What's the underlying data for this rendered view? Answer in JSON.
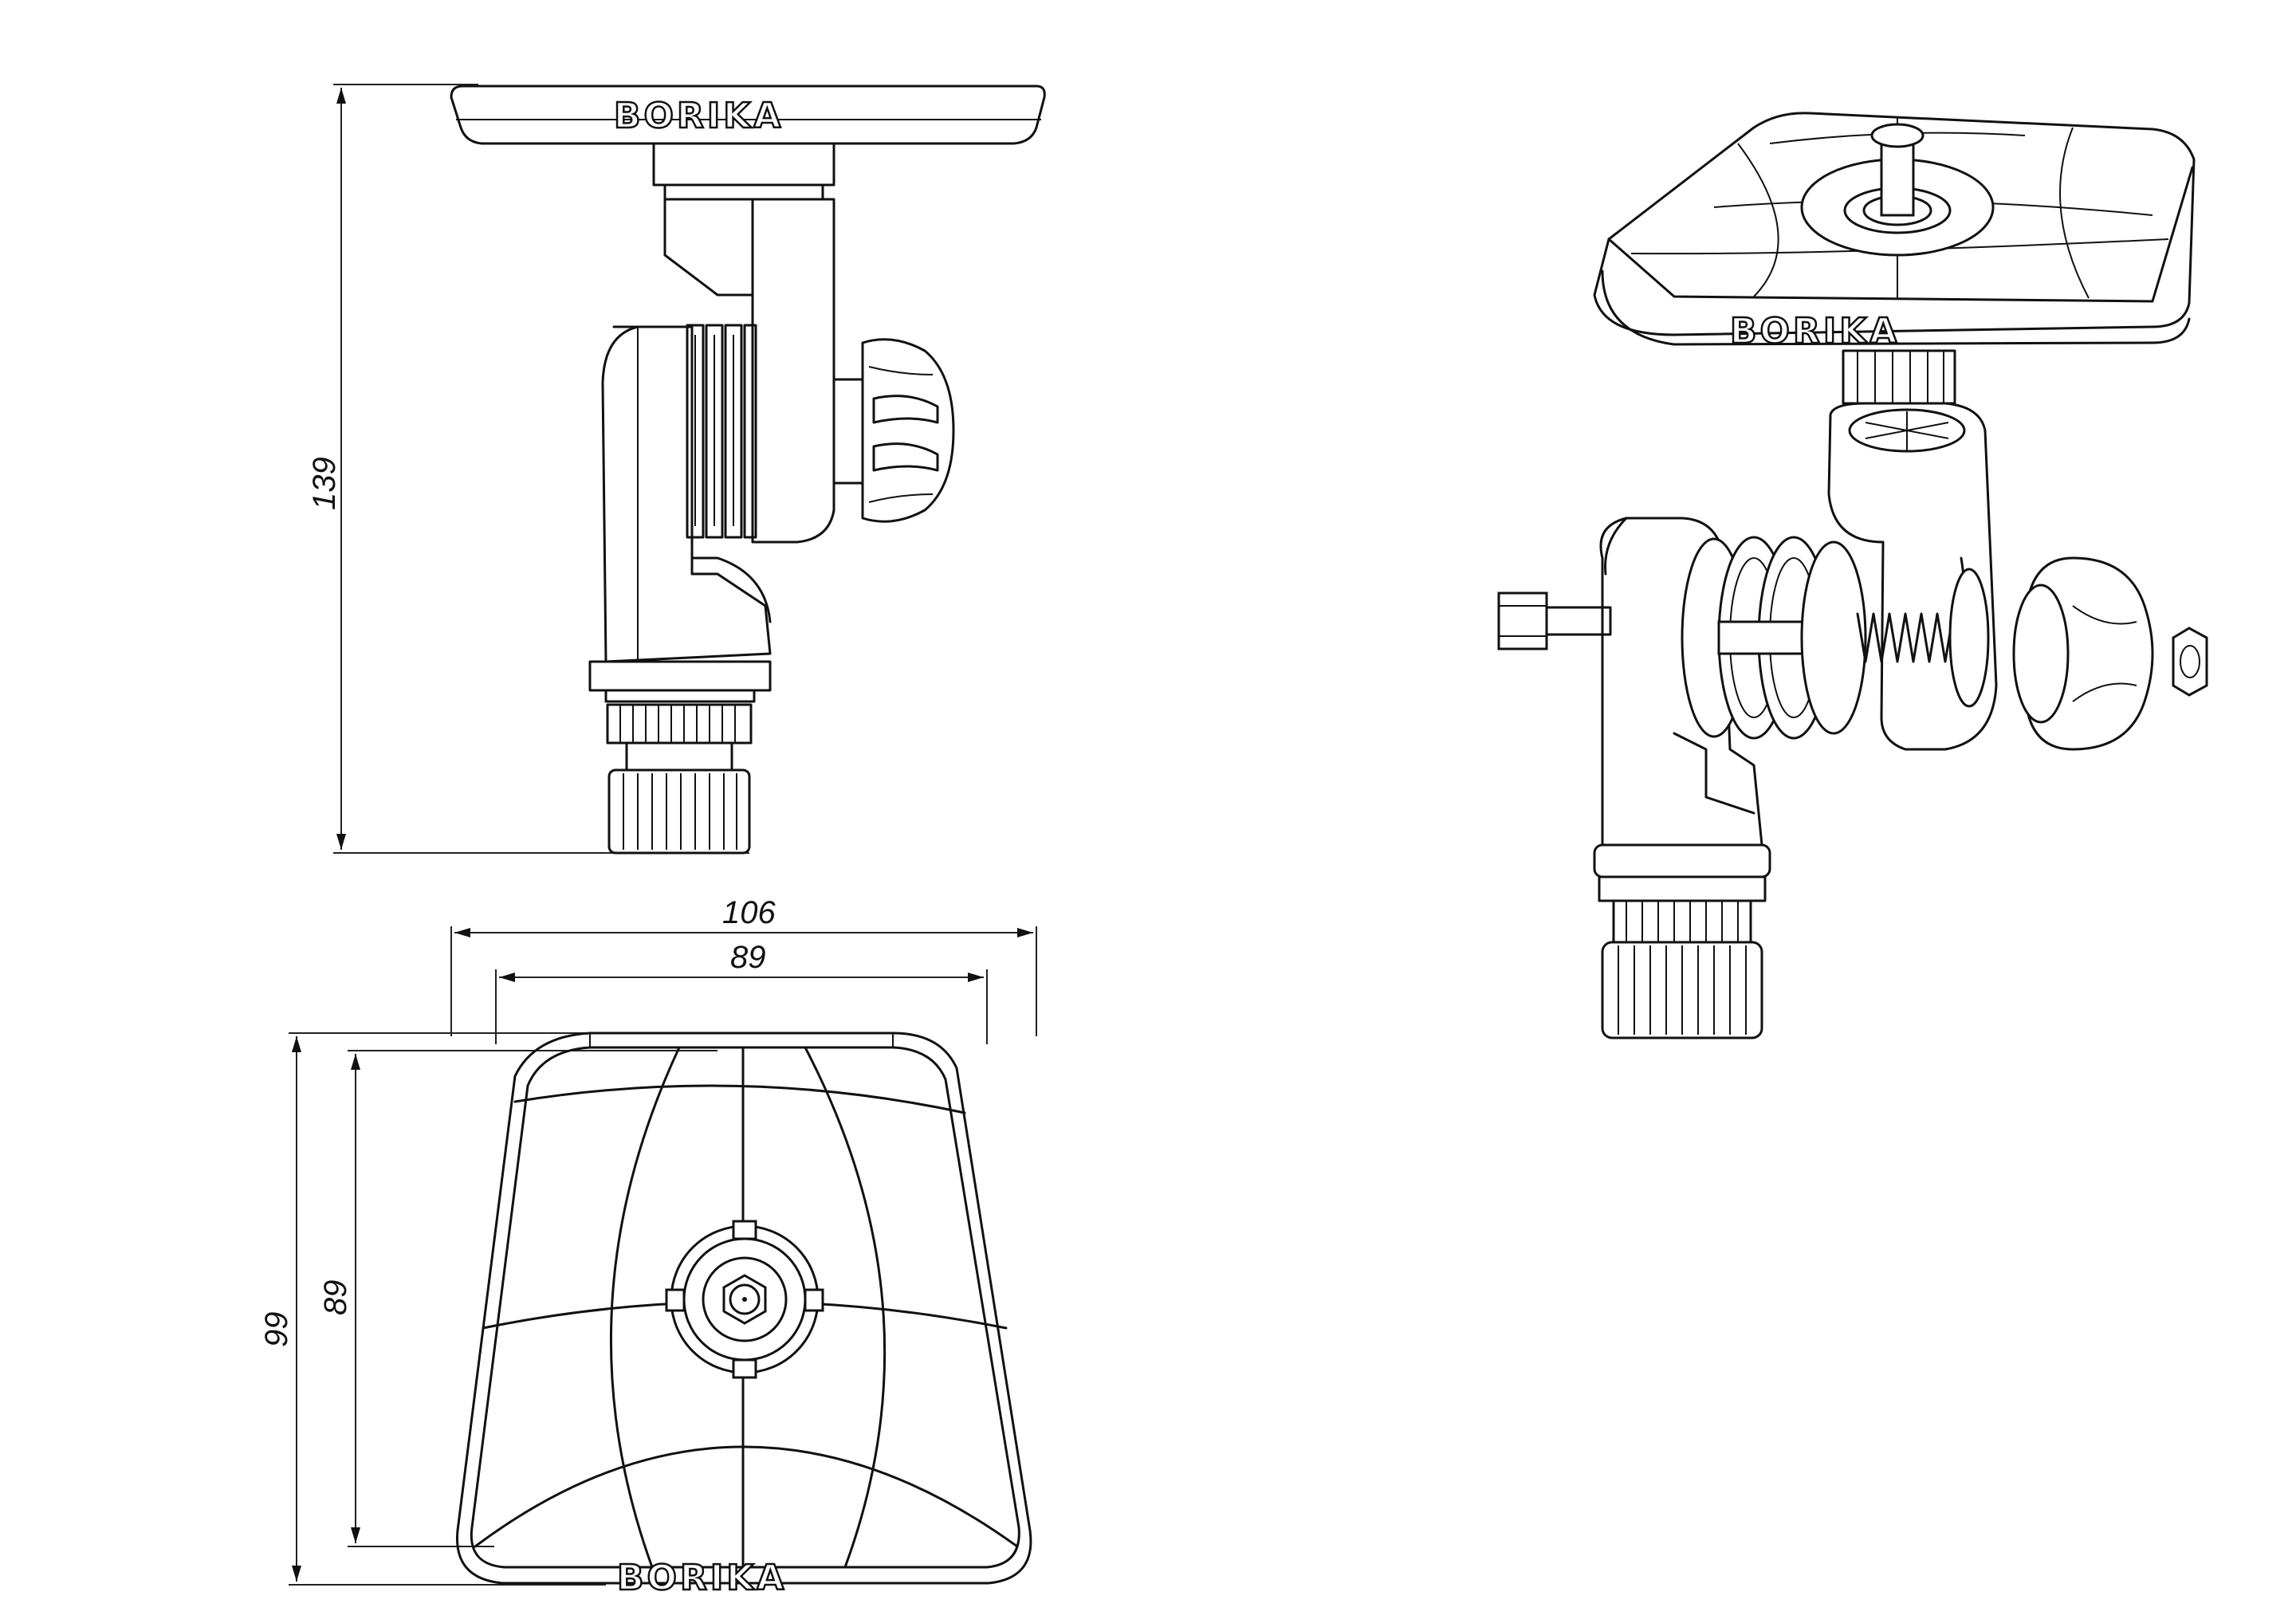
{
  "brand": "BORIKA",
  "dimensions": {
    "height_total": "139",
    "width_outer": "106",
    "width_inner": "89",
    "depth_outer": "99",
    "depth_inner": "89"
  },
  "colors": {
    "line": "#111111",
    "background": "#ffffff"
  }
}
